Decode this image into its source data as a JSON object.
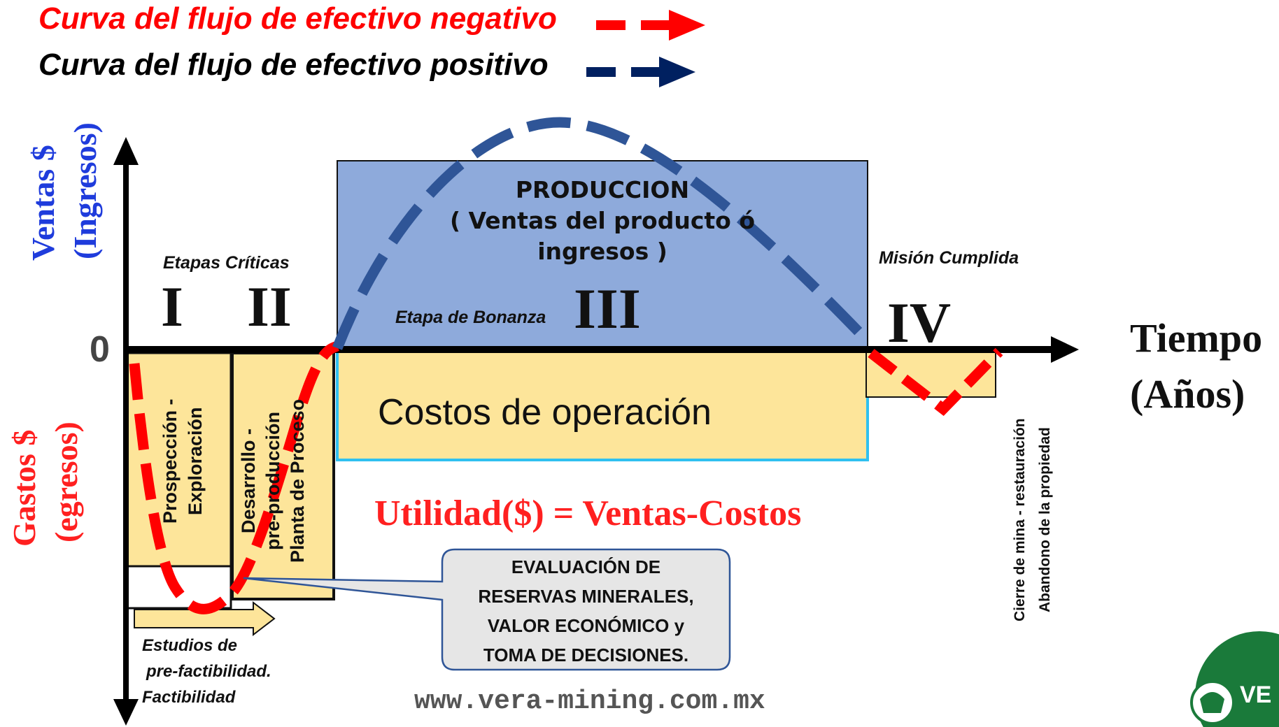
{
  "legend": {
    "negative_label": "Curva del flujo de efectivo negativo",
    "positive_label": "Curva del flujo de efectivo positivo",
    "negative_color": "#ff0000",
    "positive_color": "#002060"
  },
  "axes": {
    "y_top_label_1": "Ventas $",
    "y_top_label_2": "(Ingresos)",
    "y_bottom_label_1": "Gastos $",
    "y_bottom_label_2": "(egresos)",
    "zero": "0",
    "x_label_1": "Tiempo",
    "x_label_2": "(Años)"
  },
  "stages": {
    "critical_label": "Etapas Críticas",
    "s1": "I",
    "s2": "II",
    "s3": "III",
    "s4": "IV",
    "bonanza_label": "Etapa de Bonanza",
    "mission_label": "Misión Cumplida"
  },
  "boxes": {
    "production_line1": "PRODUCCION",
    "production_line2": "( Ventas del producto ó",
    "production_line3": "ingresos )",
    "operating_costs": "Costos de operación",
    "prospection_1": "Prospección -",
    "prospection_2": "Exploración",
    "development_1": "Desarrollo -",
    "development_2": "pre-producción",
    "development_3": "Planta de Proceso",
    "closure_1": "Cierre de mina - restauración",
    "closure_2": "Abandono de la propiedad"
  },
  "formula": "Utilidad($) = Ventas-Costos",
  "callout": {
    "line1": "EVALUACIÓN DE",
    "line2": "RESERVAS MINERALES,",
    "line3": "VALOR ECONÓMICO y",
    "line4": "TOMA DE DECISIONES."
  },
  "studies": {
    "line1": "Estudios de",
    "line2": "pre-factibilidad.",
    "line3": "Factibilidad"
  },
  "website": "www.vera-mining.com.mx",
  "logo_text": "VE"
}
